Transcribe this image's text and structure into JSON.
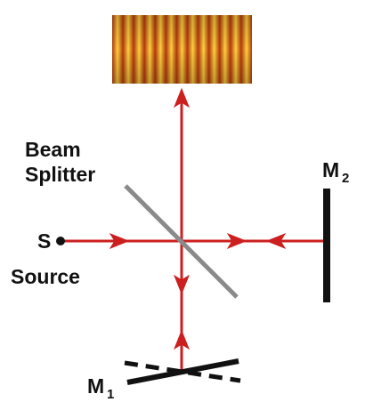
{
  "labels": {
    "beam_splitter_line1": "Beam",
    "beam_splitter_line2": "Splitter",
    "source_point": "S",
    "source": "Source",
    "mirror1": "M",
    "mirror1_sub": "1",
    "mirror2": "M",
    "mirror2_sub": "2"
  },
  "colors": {
    "beam": "#cc1f1f",
    "splitter": "#8a8a8a",
    "mirror": "#111111",
    "fringe_dark": "#b33a0c",
    "fringe_bright": "#ffd040"
  },
  "fringes": {
    "count": 13
  }
}
